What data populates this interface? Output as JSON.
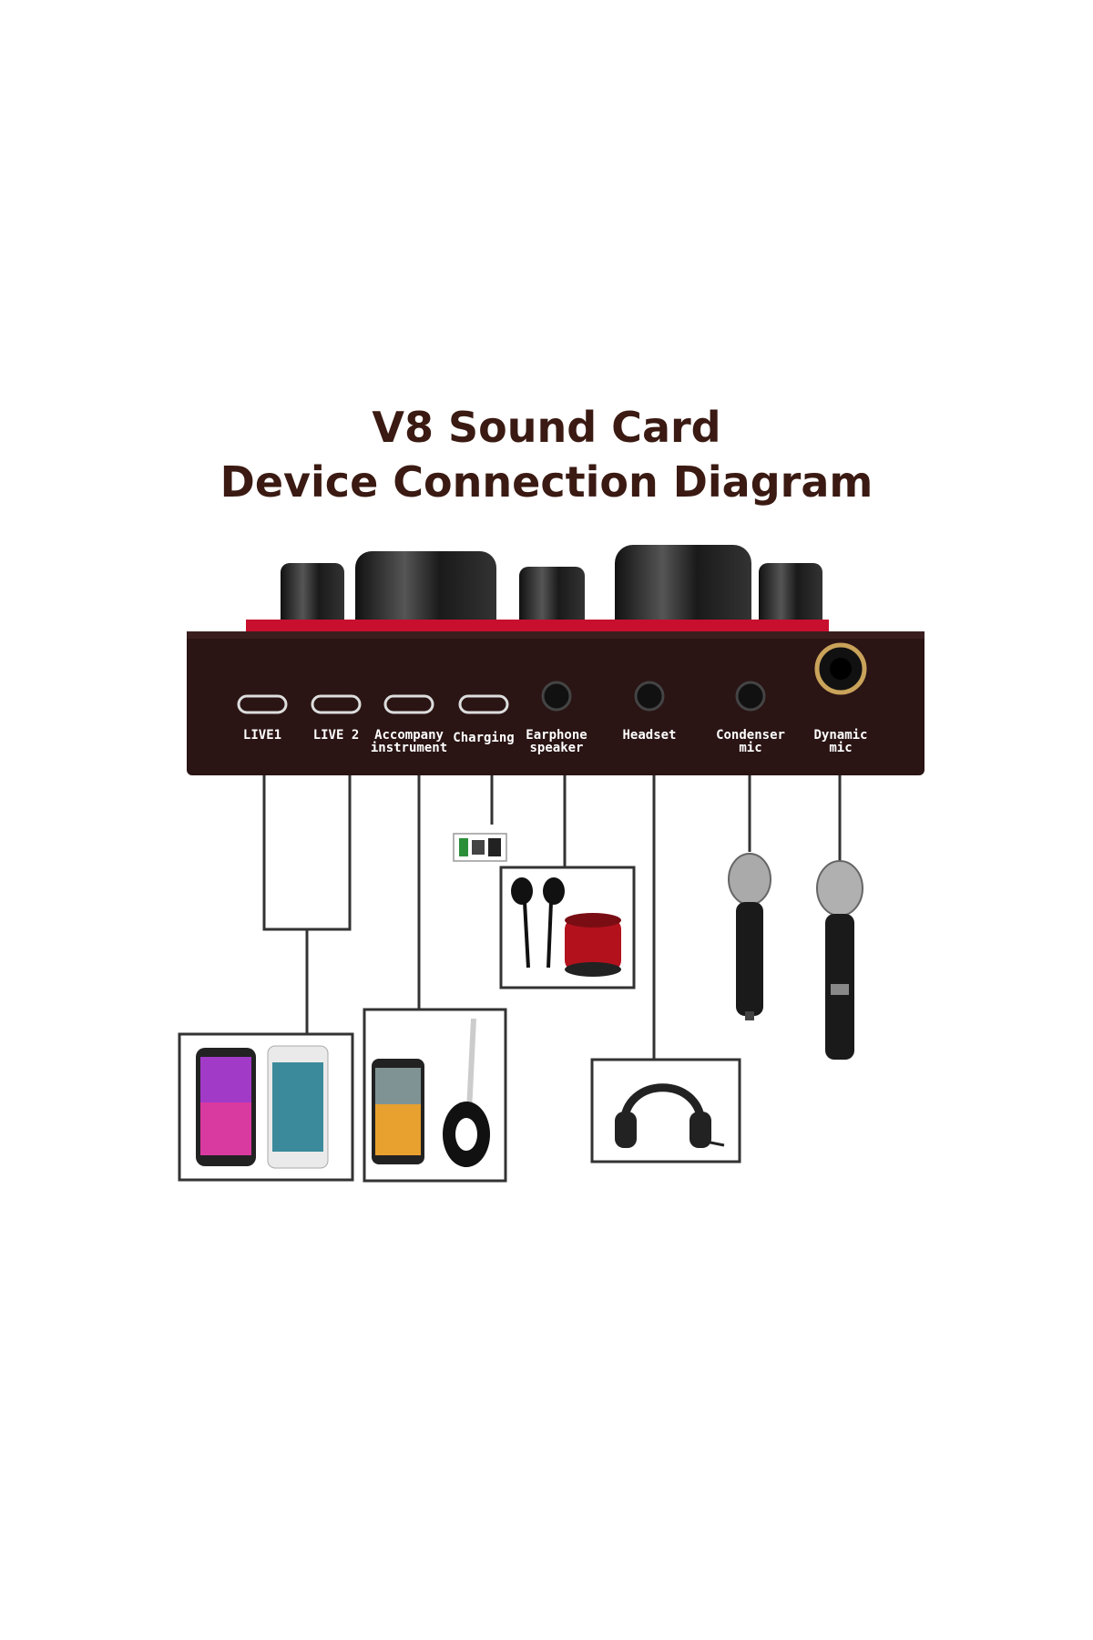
{
  "title_line1": "V8 Sound Card",
  "title_line2": "Device Connection Diagram",
  "ports": [
    {
      "label": "LIVE1"
    },
    {
      "label": "LIVE 2"
    },
    {
      "label": "Accompany\ninstrument"
    },
    {
      "label": "Charging"
    },
    {
      "label": "Earphone\nspeaker"
    },
    {
      "label": "Headset"
    },
    {
      "label": "Condenser\nmic"
    },
    {
      "label": "Dynamic\nmic"
    }
  ],
  "colors": {
    "device_body": "#2a1414",
    "accent_red": "#c8102e",
    "title": "#3a1a12"
  },
  "icons": [
    "smartphone-icon",
    "guitar-icon",
    "earphone-icon",
    "speaker-icon",
    "headset-icon",
    "microphone-icon",
    "charger-icon"
  ]
}
